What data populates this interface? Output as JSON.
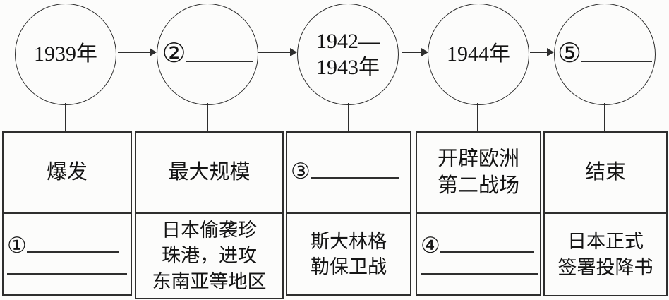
{
  "timeline": {
    "circles": [
      {
        "label": "1939年"
      },
      {
        "marker": "②"
      },
      {
        "line1": "1942—",
        "line2": "1943年"
      },
      {
        "label": "1944年"
      },
      {
        "marker": "⑤"
      }
    ],
    "columns": [
      {
        "top": "爆发",
        "bottom_marker": "①"
      },
      {
        "top": "最大规模",
        "bottom_line1": "日本偷袭珍",
        "bottom_line2": "珠港，进攻",
        "bottom_line3": "东南亚等地区"
      },
      {
        "top_marker": "③",
        "bottom_line1": "斯大林格",
        "bottom_line2": "勒保卫战"
      },
      {
        "top_line1": "开辟欧洲",
        "top_line2": "第二战场",
        "bottom_marker": "④"
      },
      {
        "top": "结束",
        "bottom_line1": "日本正式",
        "bottom_line2": "签署投降书"
      }
    ]
  }
}
